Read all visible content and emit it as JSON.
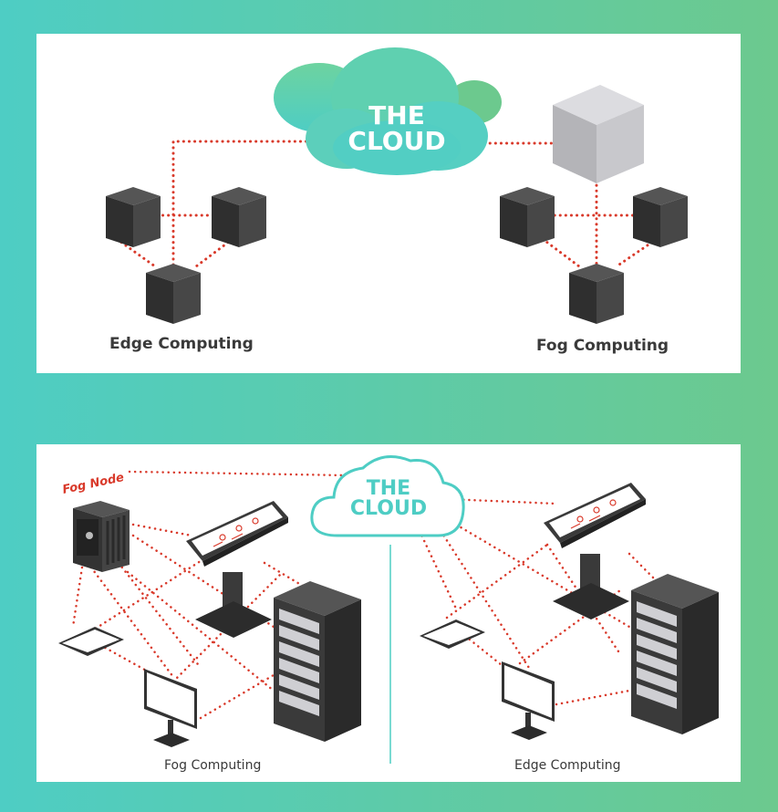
{
  "top_panel": {
    "cloud_line1": "THE",
    "cloud_line2": "CLOUD",
    "left_label": "Edge Computing",
    "right_label": "Fog Computing"
  },
  "bottom_panel": {
    "cloud_line1": "THE",
    "cloud_line2": "CLOUD",
    "fog_node_label": "Fog Node",
    "left_label": "Fog Computing",
    "right_label": "Edge Computing"
  },
  "colors": {
    "background_left": "#4ecdc4",
    "background_right": "#6cc98e",
    "cloud_gradient_start": "#6dd3a0",
    "cloud_gradient_end": "#4ecdc4",
    "connection_dots": "#d93a2b",
    "cube_dark": "#3c3c3c",
    "cube_light": "#c8c8cc",
    "server_dark": "#2f2f2f"
  }
}
